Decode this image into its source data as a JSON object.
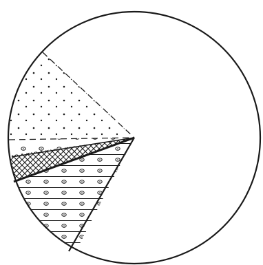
{
  "figure": {
    "description_regions": [
      {
        "id": "dotted-sector",
        "pattern": "dots",
        "boundary": "dashed"
      },
      {
        "id": "circle-dot-band-upper",
        "pattern": "small-circles"
      },
      {
        "id": "crosshatch-wedge",
        "pattern": "crosshatch"
      },
      {
        "id": "hatched-circle-wedge",
        "pattern": "horizontal-lines-with-circles"
      }
    ],
    "colors": {
      "ink": "#1a1a1a",
      "paper": "#ffffff"
    }
  }
}
